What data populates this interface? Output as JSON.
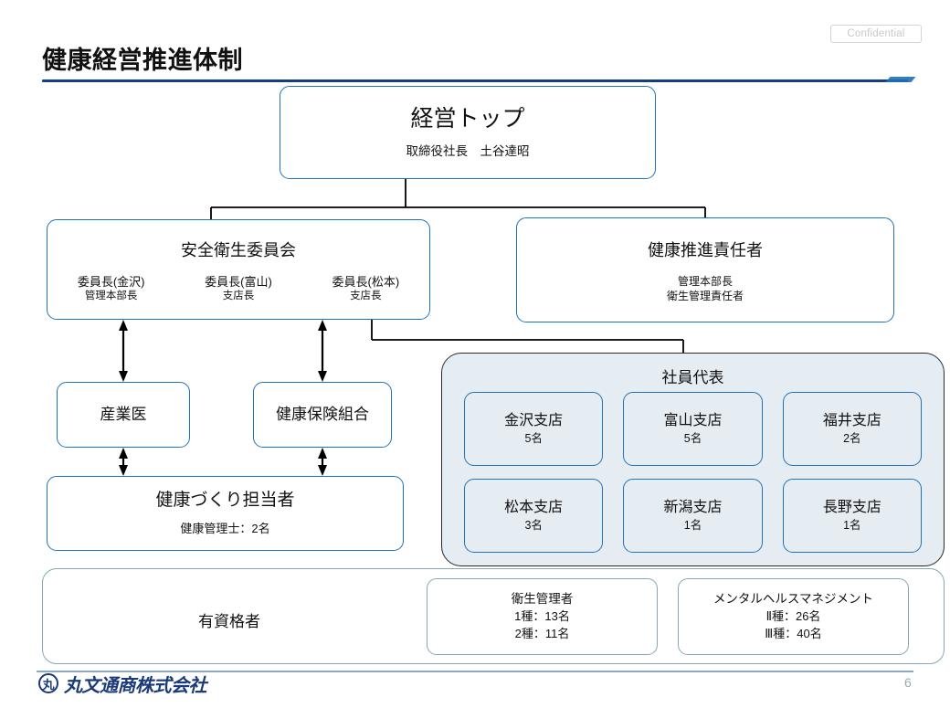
{
  "header": {
    "confidential": "Confidential",
    "title": "健康経営推進体制"
  },
  "org": {
    "top": {
      "title": "経営トップ",
      "subtitle": "取締役社長　土谷達昭"
    },
    "safety_committee": {
      "title": "安全衛生委員会",
      "chairs": [
        {
          "role": "委員長(金沢)",
          "post": "管理本部長"
        },
        {
          "role": "委員長(富山)",
          "post": "支店長"
        },
        {
          "role": "委員長(松本)",
          "post": "支店長"
        }
      ]
    },
    "health_manager": {
      "title": "健康推進責任者",
      "line1": "管理本部長",
      "line2": "衛生管理責任者"
    },
    "occupational_doctor": {
      "title": "産業医"
    },
    "health_insurance": {
      "title": "健康保険組合"
    },
    "health_staff": {
      "title": "健康づくり担当者",
      "subtitle": "健康管理士：2名"
    },
    "employee_rep": {
      "title": "社員代表",
      "branches": [
        {
          "name": "金沢支店",
          "count": "5名"
        },
        {
          "name": "富山支店",
          "count": "5名"
        },
        {
          "name": "福井支店",
          "count": "2名"
        },
        {
          "name": "松本支店",
          "count": "3名"
        },
        {
          "name": "新潟支店",
          "count": "1名"
        },
        {
          "name": "長野支店",
          "count": "1名"
        }
      ]
    },
    "qualified": {
      "title": "有資格者",
      "cards": [
        {
          "name": "衛生管理者",
          "line1": "1種：13名",
          "line2": "2種：11名"
        },
        {
          "name": "メンタルヘルスマネジメント",
          "line1": "Ⅱ種：26名",
          "line2": "Ⅲ種：40名"
        }
      ]
    }
  },
  "footer": {
    "logo_mark": "丸",
    "logo_text": "丸文通商株式会社",
    "page_number": "6"
  },
  "colors": {
    "accent_blue": "#1f72b8",
    "title_rule": "#143f82",
    "group_fill": "#e6edf2",
    "qualified_border": "#86a7b0",
    "logo": "#1b3a7a"
  }
}
